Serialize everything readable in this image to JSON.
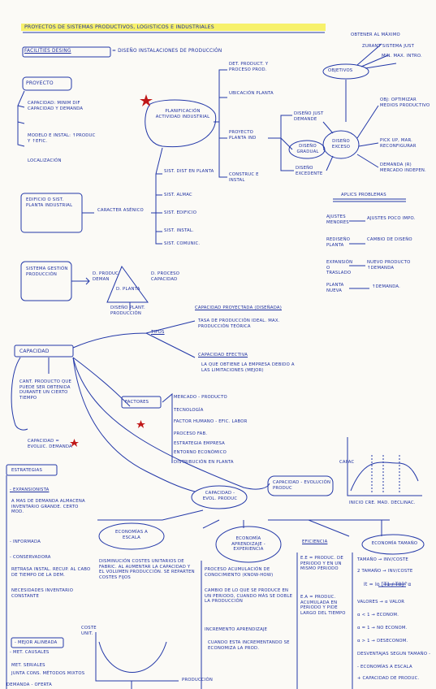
{
  "title": "PROYECTOS DE SISTEMAS PRODUCTIVOS, LOGISTICOS E INDUSTRIALES",
  "facilities": {
    "label": "FACILITIES DESING",
    "definition": "= DISEÑO INSTALACIONES DE PRODUCCIÓN"
  },
  "proyecto": {
    "title": "PROYECTO",
    "items": [
      "CAPACIDAD: MINIM DIF CAPACIDAD Y DEMANDA",
      "MODELO E INSTAL: ↑PRODUC Y ↑EFIC.",
      "LOCALIZACIÓN"
    ]
  },
  "edificio": {
    "box": "EDIFICIO O SIST. PLANTA INDUSTRIAL",
    "caracter": "CARACTER ASÉNICO"
  },
  "planificacion": {
    "box": "PLANIFICACIÓN ACTIVIDAD INDUSTRIAL",
    "branches": [
      "DET. PRODUCT. Y PROCESO PROD.",
      "UBICACIÓN PLANTA",
      "PROYECTO PLANTA IND",
      "CONSTRUC E INSTAL"
    ],
    "sist": [
      "SIST. DIST EN PLANTA",
      "SIST. ALMAC",
      "SIST. EDIFICIO",
      "SIST. INSTAL.",
      "SIST. COMUNIC."
    ],
    "diseno": {
      "just": "DISEÑO JUST DEMANDE",
      "gradual": "DISEÑO GRADUAL",
      "excedente": "DISEÑO EXCEDENTE",
      "exceso": "DISEÑO EXCESO",
      "right": [
        "OBJ: OPTIMIZAR MEDIOS PRODUCTIVO",
        "PICK UP, MAR. RECONFIGURAR",
        "DEMANDA (R) MERCADO INDEPEN."
      ]
    }
  },
  "objetivos": {
    "title": "OBJETIVOS",
    "items": [
      "OBTENER AL MÁXIMO",
      "ZURANT SISTEMA JUST",
      "MIN. MAX. INTRO."
    ]
  },
  "aplicaciones": {
    "title": "APLICS PROBLEMAS",
    "rows": [
      {
        "left": "AJUSTES MENORES",
        "right": "AJUSTES POCO IMPO."
      },
      {
        "left": "REDISEÑO PLANTA",
        "right": "CAMBIO DE DISEÑO"
      },
      {
        "left": "EXPANSIÓN O TRASLADO",
        "right": "NUEVO PRODUCTO ↑DEMANDA"
      },
      {
        "left": "PLANTA NUEVA",
        "right": "↑DEMANDA."
      }
    ]
  },
  "sistema": {
    "box": "SISTEMA GESTIÓN PRODUCCIÓN",
    "t1": "D. PRODUC DEMAN",
    "t2": "D. PROCESO CAPACIDAD",
    "center": "D. PLANTA",
    "bottom": "DISEÑO PLANT. PRODUCCIÓN"
  },
  "capacidad": {
    "box": "CAPACIDAD",
    "definition": "CANT. PRODUCTO QUE PUEDE SER OBTENIDA DURANTE UN CIERTO TIEMPO",
    "evolucion": "CAPACIDAD = EVOLUC. DEMANDA",
    "tipos": {
      "label": "TIPOS",
      "proyectada": "CAPACIDAD PROYECTADA (DISEÑADA)",
      "proyectada_desc": "TASA DE PRODUCCIÓN IDEAL. MAX. PRODUCCIÓN TEÓRICA",
      "efectiva": "CAPACIDAD EFECTIVA",
      "efectiva_desc": "LA QUE OBTIENE LA EMPRESA DEBIDO A LAS LIMITACIONES (MEJOR)"
    },
    "factores": {
      "label": "FACTORES",
      "items": [
        "MERCADO - PRODUCTO",
        "TECNOLOGÍA",
        "FACTOR HUMANO - EFIC. LABOR",
        "PROCESO FAB.",
        "ESTRATEGIA EMPRESA",
        "ENTORNO ECONÓMICO",
        "DISTRIBUCIÓN EN PLANTA"
      ]
    },
    "evol_box": "CAPACIDAD - EVOLUCIÓN PRODUC",
    "capacidad2": "CAPACIDAD - EVOL. PRODUC",
    "graph": {
      "y": "CAPAC",
      "x": "INICIO CRE. MAD. DECLINAC."
    }
  },
  "estrategias": {
    "title": "ESTRATEGIAS",
    "items": [
      "- EXPANSIONISTA",
      "A MAS DE DEMANDA ALMACENA INVENTARIO GRANDE. CERTO MOD.",
      "- INFORMADA",
      "- CONSERVADORA",
      "RETRASA INSTAL. RECUP. AL CABO DE TIEMPO DE LA DEM.",
      "NECESIDADES INVENTARIO CONSTANTE",
      "- MEJOR ALINEADA",
      "- MET. CAUSALES",
      "MET. SERIALES",
      "JUNTA CONS. MÉTODOS MIXTOS",
      "DEMANDA - OFERTA"
    ]
  },
  "economias": {
    "title": "ECONOMÍAS A ESCALA",
    "text": "DISMINUCIÓN COSTES UNITARIOS DE FABRIC. AL AUMENTAR LA CAPACIDAD Y EL VOLUMEN PRODUCCIÓN. SE REPARTEN COSTES FIJOS",
    "graph_x": "PRODUCCIÓN",
    "graph_y": "COSTE UNIT."
  },
  "aprendizaje": {
    "title": "ECONOMÍA APRENDIZAJE - EXPERIENCIA",
    "items": [
      "PROCESO ACUMULACIÓN DE CONOCIMIENTO (KNOW-HOW)",
      "CAMBIO DE LO QUE SE PRODUCE EN UN PERIODO, CUANDO MÁS SE DOBLE LA PRODUCCIÓN",
      "INCREMENTO APRENDIZAJE",
      "CUANDO ESTA INCREMENTANDO SE ECONOMIZA LA PROD."
    ]
  },
  "eficiencia": {
    "title": "EFICIENCIA",
    "ee": "E.E = PRODUC. DE PERIODO Y EN UN MISMO PERIODO",
    "ea": "E.A = PRODUC. ACUMULADA EN PERIODO Y PIDE LARGO DEL TIEMPO"
  },
  "tamano": {
    "title": "ECONOMÍA TAMAÑO",
    "lines": [
      "TAMAÑO → INV/COSTE",
      "2 TAMAÑO → INV/COSTE",
      "It = Io [T1 / T0]^α",
      "VALORES → α VALOR",
      "α < 1 → ECONOM.",
      "α = 1 → NO ECONOM.",
      "α > 1 → DESECONOM.",
      "DESVENTAJAS SEGUN TAMAÑO -",
      "- ECONOMÍAS A ESCALA",
      "+ CAPACIDAD DE PRODUC."
    ]
  }
}
